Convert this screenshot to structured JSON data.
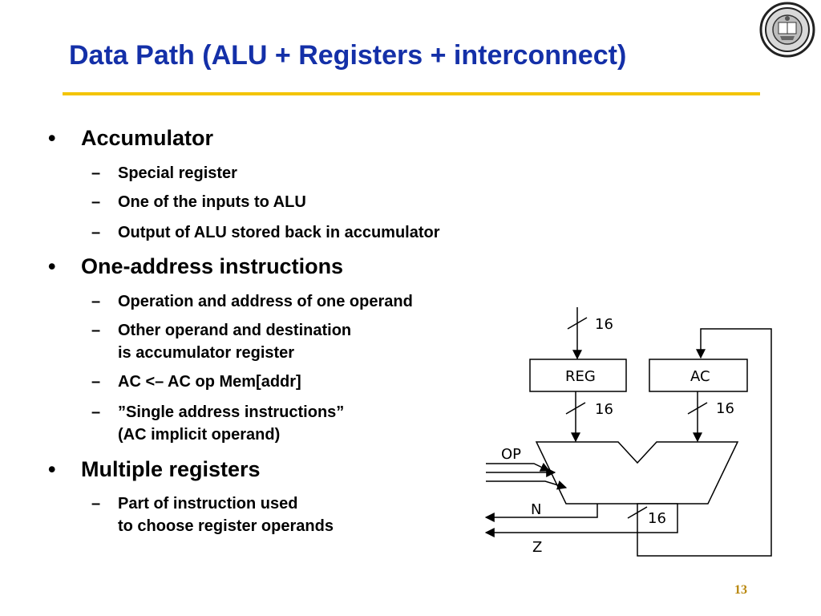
{
  "slide": {
    "title": "Data Path (ALU + Registers + interconnect)",
    "page_number": "13",
    "accent_color": "#f3c400",
    "title_color": "#1430a8"
  },
  "bullets": [
    {
      "text": "Accumulator",
      "subs": [
        {
          "lines": [
            "Special register"
          ]
        },
        {
          "lines": [
            "One of the inputs to ALU"
          ]
        },
        {
          "lines": [
            "Output of ALU stored back in accumulator"
          ]
        }
      ]
    },
    {
      "text": "One-address instructions",
      "subs": [
        {
          "lines": [
            "Operation and address of one operand"
          ]
        },
        {
          "lines": [
            "Other operand and destination",
            "is accumulator register"
          ]
        },
        {
          "lines": [
            "AC <– AC op Mem[addr]"
          ]
        },
        {
          "lines": [
            "”Single address instructions”",
            "(AC implicit operand)"
          ]
        }
      ]
    },
    {
      "text": "Multiple registers",
      "subs": [
        {
          "lines": [
            "Part of instruction used",
            "to choose register operands"
          ]
        }
      ]
    }
  ],
  "diagram": {
    "reg_label": "REG",
    "ac_label": "AC",
    "bus_in_width": "16",
    "reg_out_width": "16",
    "ac_out_width": "16",
    "alu_out_width": "16",
    "op_label": "OP",
    "n_label": "N",
    "z_label": "Z"
  },
  "icons": {
    "seal": "university-seal-icon"
  }
}
